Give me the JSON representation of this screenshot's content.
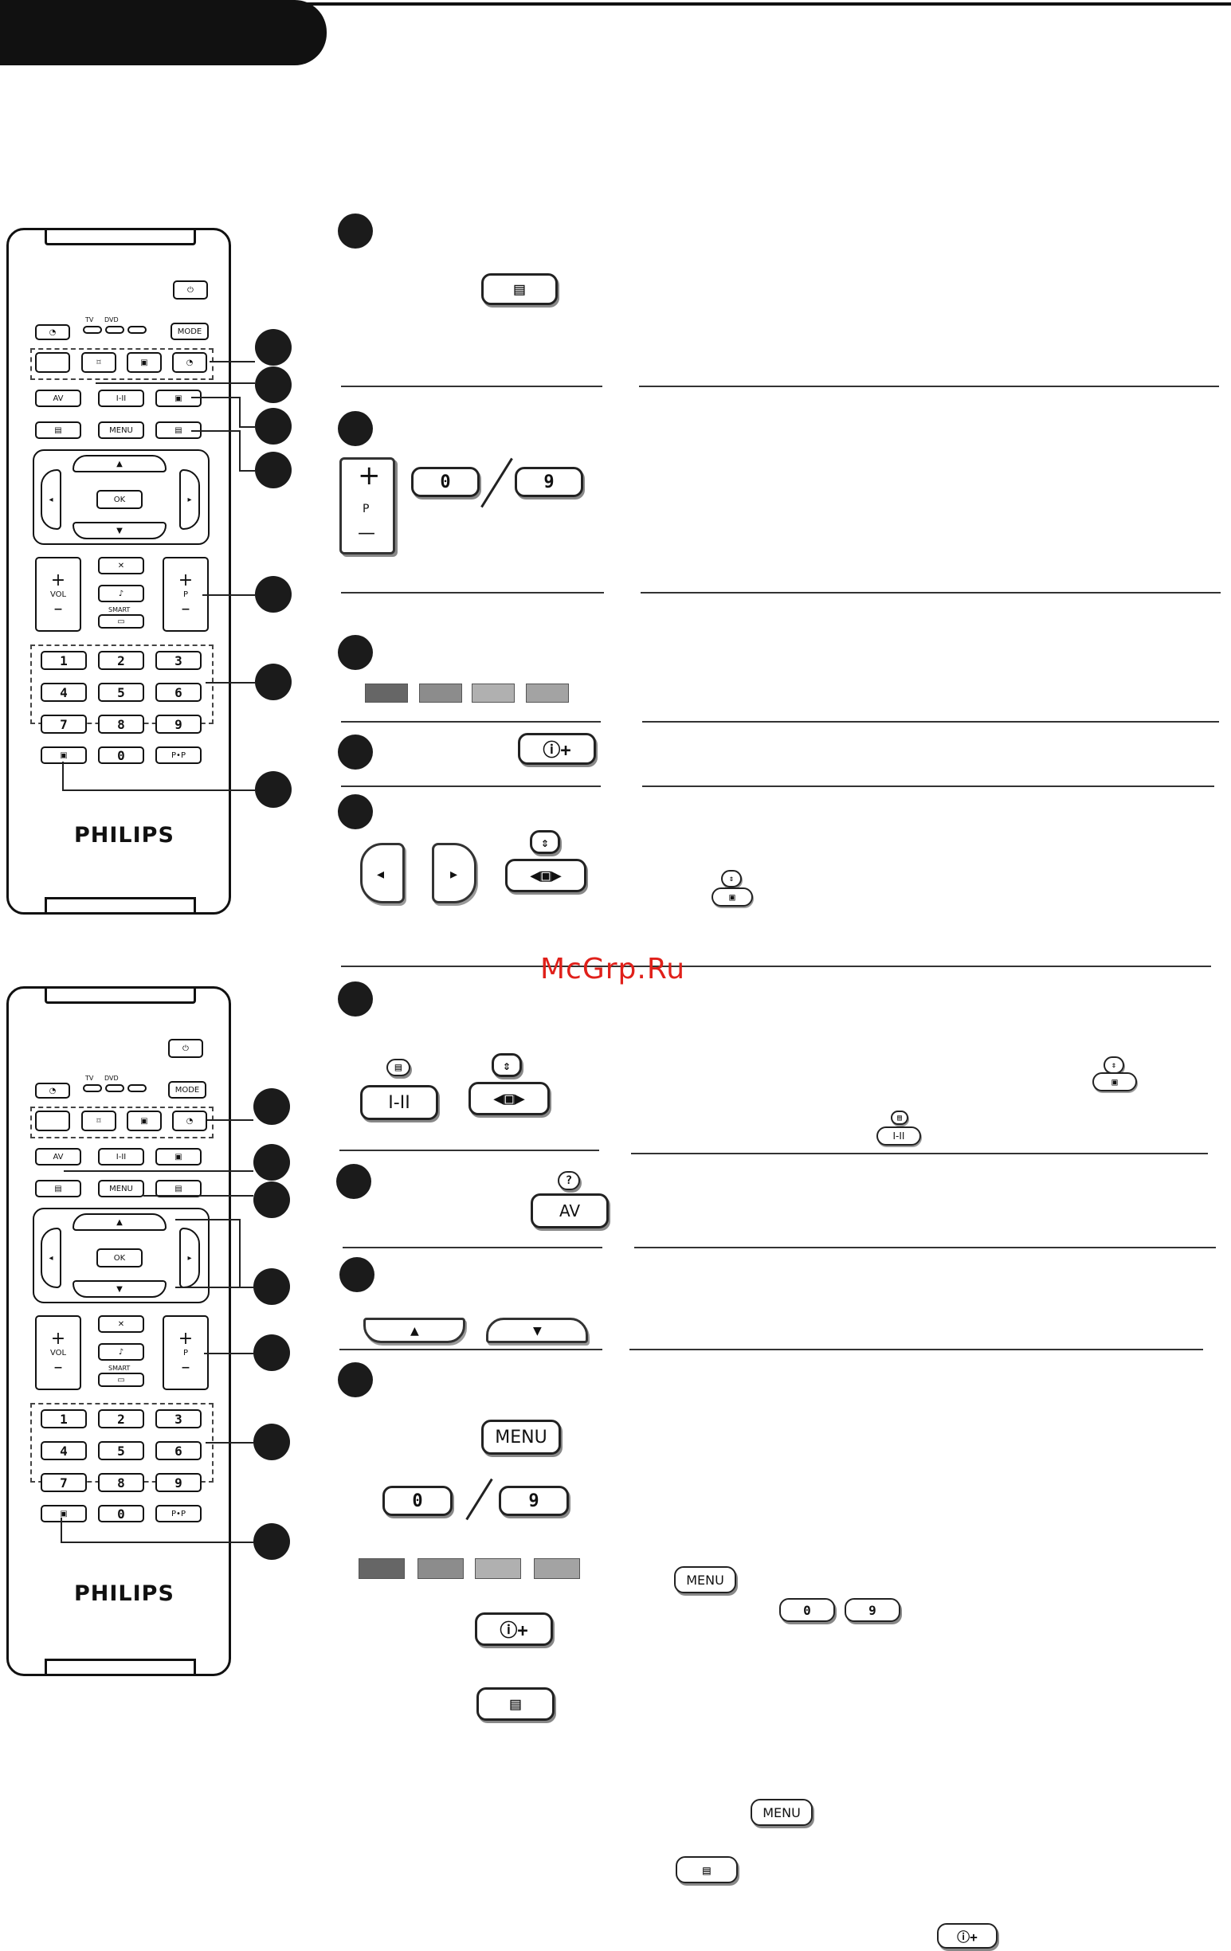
{
  "watermark": "McGrp.Ru",
  "remote": {
    "brand": "PHILIPS",
    "mode": "MODE",
    "av": "AV",
    "dual": "I-II",
    "menu": "MENU",
    "ok": "OK",
    "vol": "VOL",
    "p": "P",
    "smart": "SMART",
    "tv": "TV",
    "dvd": "DVD",
    "pip": "P•P",
    "digits": [
      "1",
      "2",
      "3",
      "4",
      "5",
      "6",
      "7",
      "8",
      "9",
      "0"
    ]
  },
  "keys": {
    "menu": "MENU",
    "av": "AV",
    "zero": "0",
    "nine": "9",
    "dual": "I-II",
    "p": "P",
    "help": "?",
    "plus": "+",
    "minus": "—"
  },
  "colors": {
    "swatch1": "#666666",
    "swatch2": "#8c8c8c",
    "swatch3": "#b0b0b0",
    "swatch4": "#a3a3a3",
    "watermark": "#e0201a"
  }
}
